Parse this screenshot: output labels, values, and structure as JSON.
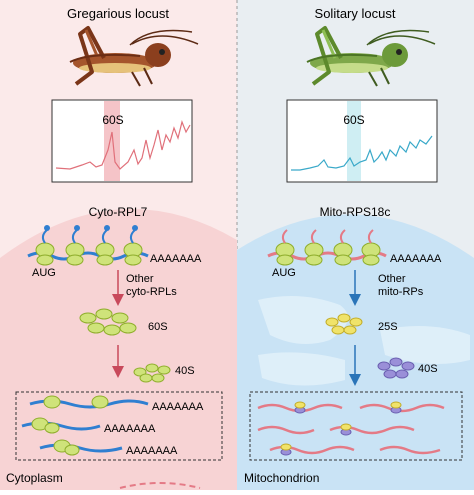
{
  "panels": {
    "left": {
      "title": "Gregarious locust",
      "peak_label": "60S",
      "gene": "Cyto-RPL7",
      "start": "AUG",
      "poly_a": "AAAAAAA",
      "other_label": "Other",
      "other_label2": "cyto-RPLs",
      "large_subunit": "60S",
      "small_subunit": "40S",
      "compartment": "Cytoplasm",
      "polysome_tails": [
        "AAAAAAA",
        "AAAAAAA",
        "AAAAAAA"
      ]
    },
    "right": {
      "title": "Solitary locust",
      "peak_label": "60S",
      "gene": "Mito-RPS18c",
      "start": "AUG",
      "poly_a": "AAAAAAA",
      "other_label": "Other",
      "other_label2": "mito-RPs",
      "large_subunit": "25S",
      "small_subunit": "40S",
      "compartment": "Mitochondrion"
    }
  },
  "colors": {
    "left_bg": "#fbeaea",
    "right_bg": "#e9eef2",
    "cell_left": "#f7d3d4",
    "cell_right": "#c9e3f5",
    "ribosome": "#cfe37a",
    "ribosome_edge": "#8fae2c",
    "mrna_left": "#2f7fd1",
    "mrna_right": "#e47a86",
    "small_subunit_right": "#9a8fd8",
    "trace_left": "#e0707a",
    "trace_right": "#3aa9c9",
    "arrow_left": "#c8495b",
    "arrow_right": "#2a74b8",
    "locust_left": "#a5552c",
    "locust_right": "#7fa84a"
  }
}
